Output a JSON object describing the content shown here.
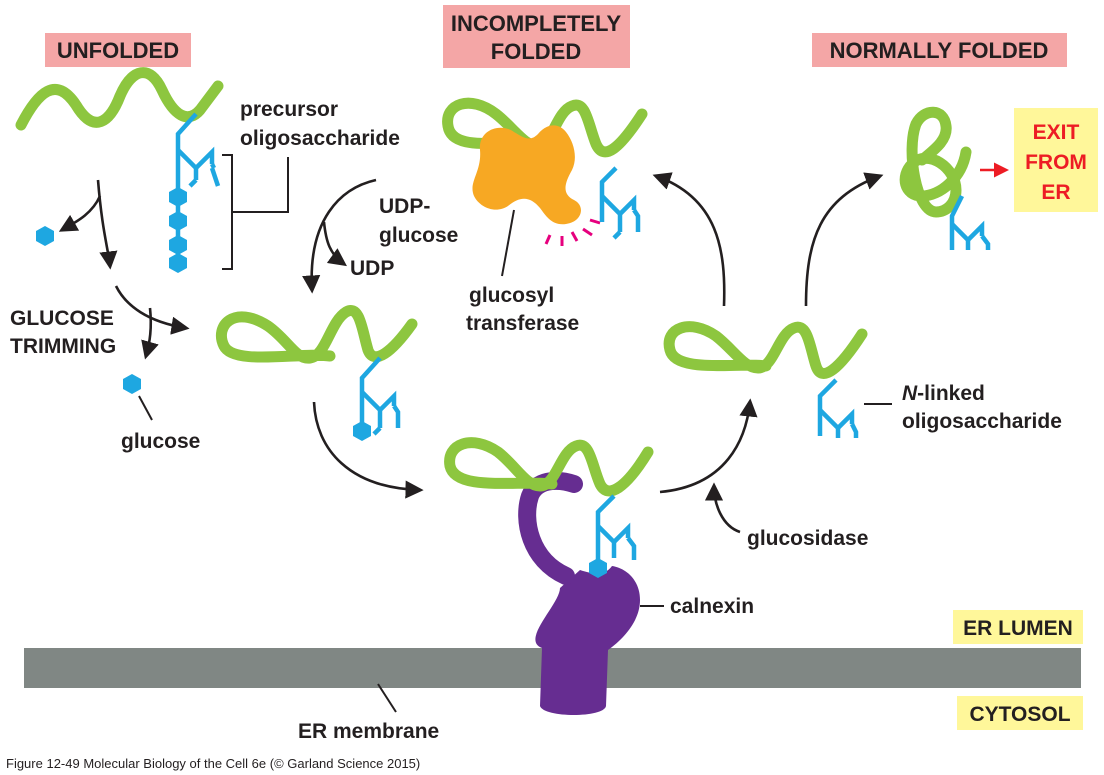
{
  "stages": {
    "unfolded": "UNFOLDED",
    "incompletely_line1": "INCOMPLETELY",
    "incompletely_line2": "FOLDED",
    "normally": "NORMALLY FOLDED"
  },
  "exit_box": {
    "line1": "EXIT",
    "line2": "FROM",
    "line3": "ER"
  },
  "labels": {
    "precursor_line1": "precursor",
    "precursor_line2": "oligosaccharide",
    "udp_glucose_line1": "UDP-",
    "udp_glucose_line2": "glucose",
    "udp": "UDP",
    "glucosyl_line1": "glucosyl",
    "glucosyl_line2": "transferase",
    "glucose_trimming_line1": "GLUCOSE",
    "glucose_trimming_line2": "TRIMMING",
    "glucose": "glucose",
    "n_linked_prefix": "N",
    "n_linked_suffix": "-linked",
    "n_linked_line2": "oligosaccharide",
    "glucosidase": "glucosidase",
    "calnexin": "calnexin",
    "er_lumen": "ER LUMEN",
    "cytosol": "CYTOSOL",
    "er_membrane": "ER membrane"
  },
  "caption": "Figure 12-49  Molecular Biology of the Cell 6e (© Garland Science 2015)",
  "colors": {
    "stage_label_bg": "#f4a6a6",
    "compartment_bg": "#fff79a",
    "protein": "#8dc63f",
    "oligosaccharide": "#1ea7e1",
    "transferase": "#f7a823",
    "calnexin": "#662d91",
    "membrane": "#808784",
    "exit_text": "#ed1c24",
    "signal_dashes": "#e6007e"
  }
}
